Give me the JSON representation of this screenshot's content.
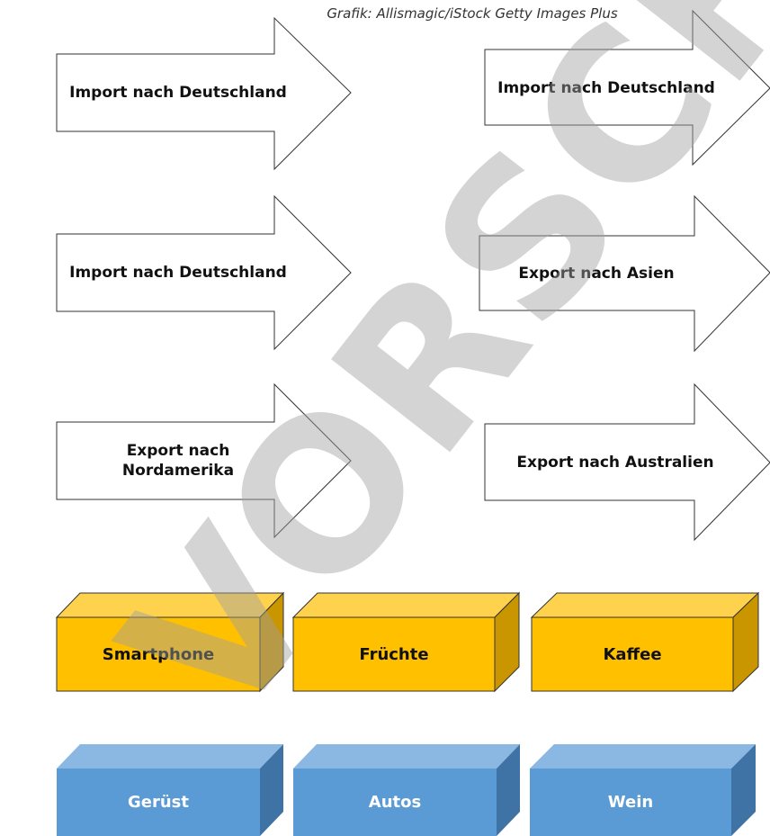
{
  "credit": "Grafik: Allismagic/iStock Getty Images Plus",
  "arrows": [
    {
      "label": "Import nach Deutschland"
    },
    {
      "label": "Import nach Deutschland"
    },
    {
      "label": "Import nach Deutschland"
    },
    {
      "label": "Export nach Asien"
    },
    {
      "label": "Export nach\nNordamerika"
    },
    {
      "label": "Export nach Australien"
    }
  ],
  "yellow_boxes": [
    {
      "label": "Smartphone"
    },
    {
      "label": "Früchte"
    },
    {
      "label": "Kaffee"
    }
  ],
  "blue_boxes": [
    {
      "label": "Gerüst"
    },
    {
      "label": "Autos"
    },
    {
      "label": "Wein"
    }
  ],
  "watermark": "VORSCHAU",
  "colors": {
    "yellow_front": "#ffc000",
    "yellow_top": "#ffd24d",
    "yellow_side": "#c99600",
    "blue_front": "#5b9bd5",
    "blue_top": "#8bb7e3",
    "blue_side": "#3f72a5",
    "arrow_stroke": "#333333"
  }
}
